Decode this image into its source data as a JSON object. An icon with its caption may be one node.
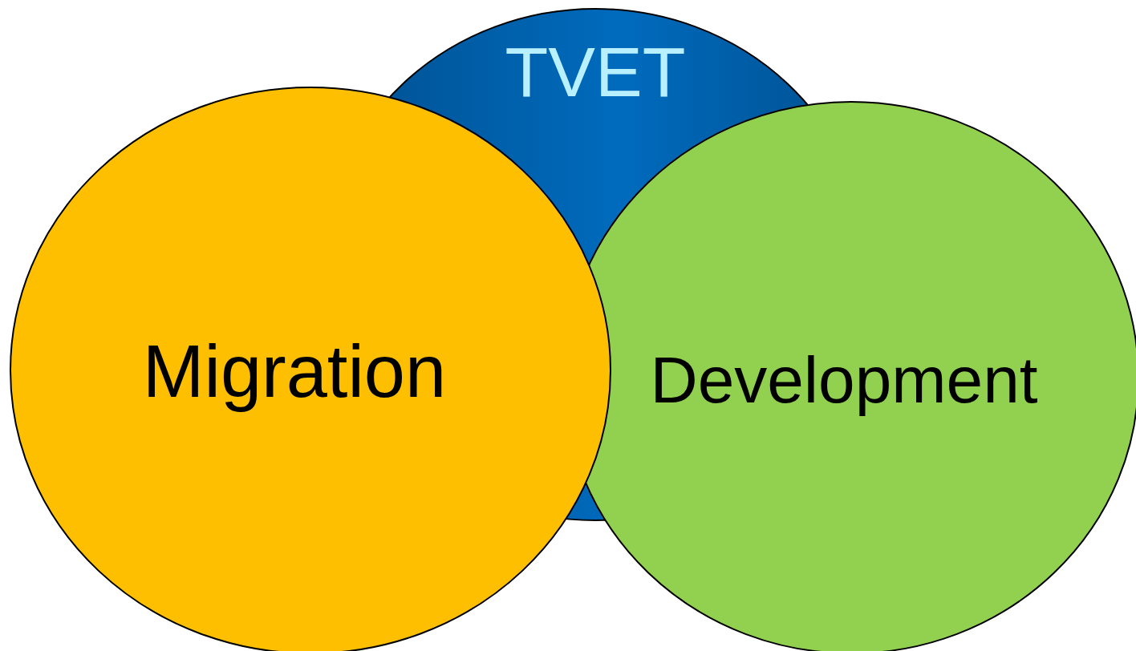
{
  "diagram": {
    "nodes": [
      {
        "text": [
          "TVET"
        ]
      },
      {
        "text": [
          "Migration"
        ]
      },
      {
        "text": [
          "Development"
        ]
      }
    ]
  }
}
